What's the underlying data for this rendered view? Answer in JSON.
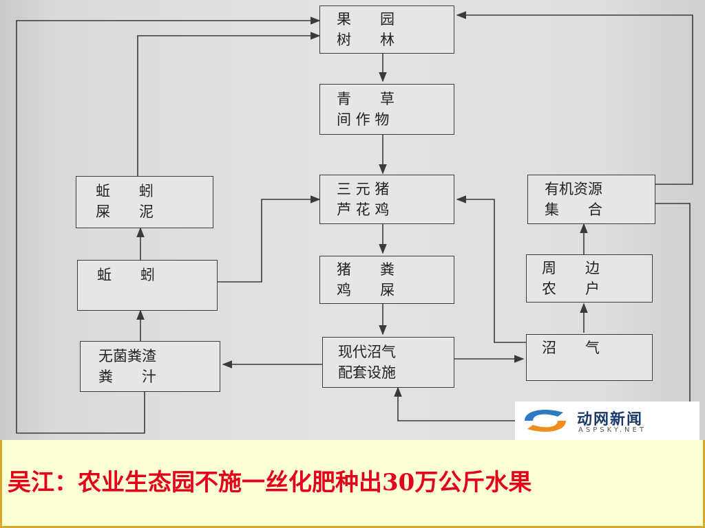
{
  "diagram": {
    "nodes": {
      "orchard": [
        "果　　园",
        "树　　林"
      ],
      "grass": [
        "青　　草",
        "间 作 物"
      ],
      "livestock": [
        "三 元 猪",
        "芦 花 鸡"
      ],
      "manure": [
        "猪　　粪",
        "鸡　　屎"
      ],
      "biogas_facility": [
        "现代沼气",
        "配套设施"
      ],
      "biogas": [
        "沼　　气"
      ],
      "farmers": [
        "周　　边",
        "农　　户"
      ],
      "organic": [
        "有机资源",
        "集　　合"
      ],
      "worm_castings": [
        "蚯　　蚓",
        "屎　　泥"
      ],
      "earthworm": [
        "蚯　　蚓"
      ],
      "residue": [
        "无菌粪渣",
        "粪　　汁"
      ]
    }
  },
  "logo": {
    "name": "动网新闻",
    "domain": "ASPSKY.NET"
  },
  "caption": "吴江：农业生态园不施一丝化肥种出30万公斤水果",
  "colors": {
    "caption_text": "#e3001b",
    "caption_bg": "#ffffd6",
    "caption_border": "#d7a92c",
    "line": "#3a3a3a"
  }
}
